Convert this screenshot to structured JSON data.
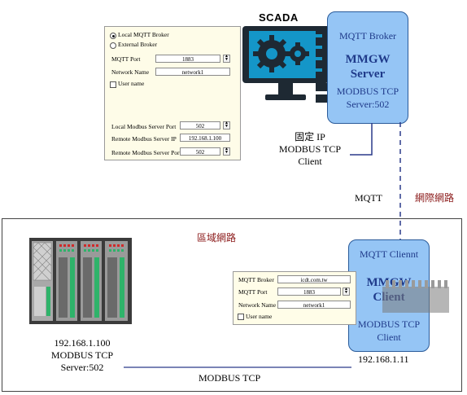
{
  "scada": {
    "label": "SCADA"
  },
  "gateway_top": {
    "line1": "MQTT Broker",
    "line2": "MMGW",
    "line3": "Server",
    "line4": "MODBUS TCP",
    "line5": "Server:502"
  },
  "top_config": {
    "local_broker_label": "Local MQTT Broker",
    "external_broker_label": "External Broker",
    "mqtt_port_label": "MQTT Port",
    "mqtt_port_value": "1883",
    "network_name_label": "Network Name",
    "network_name_value": "network1",
    "user_name_label": "User name",
    "local_modbus_port_label": "Local Modbus Server Port",
    "local_modbus_port_value": "502",
    "remote_ip_label": "Remote Modbus Server IP",
    "remote_ip_value": "192.168.1.100",
    "remote_port_label": "Remote Modbus Server Port",
    "remote_port_value": "502"
  },
  "fixed_ip": {
    "line1": "固定 IP",
    "line2": "MODBUS TCP",
    "line3": "Client"
  },
  "mqtt_label": "MQTT",
  "internet_label": "網際網路",
  "lan_label": "區域網路",
  "gateway_bottom": {
    "line1": "MQTT Cliennt",
    "line2": "MMGW",
    "line3": "Client",
    "line4": "MODBUS TCP",
    "line5": "Client"
  },
  "bottom_config": {
    "broker_label": "MQTT Broker",
    "broker_value": "icdt.com.tw",
    "port_label": "MQTT Port",
    "port_value": "1883",
    "network_label": "Network Name",
    "network_value": "network1",
    "user_label": "User name"
  },
  "plc": {
    "line1": "192.168.1.100",
    "line2": "MODBUS TCP",
    "line3": "Server:502"
  },
  "client_ip": "192.168.1.11",
  "modbus_link_label": "MODBUS TCP",
  "colors": {
    "gateway_fill": "#95c5f5",
    "gateway_text": "#1f3a8a",
    "accent_red": "#8b1a1a",
    "link_blue": "#2a3a8a",
    "panel_fill": "#fefce8"
  }
}
